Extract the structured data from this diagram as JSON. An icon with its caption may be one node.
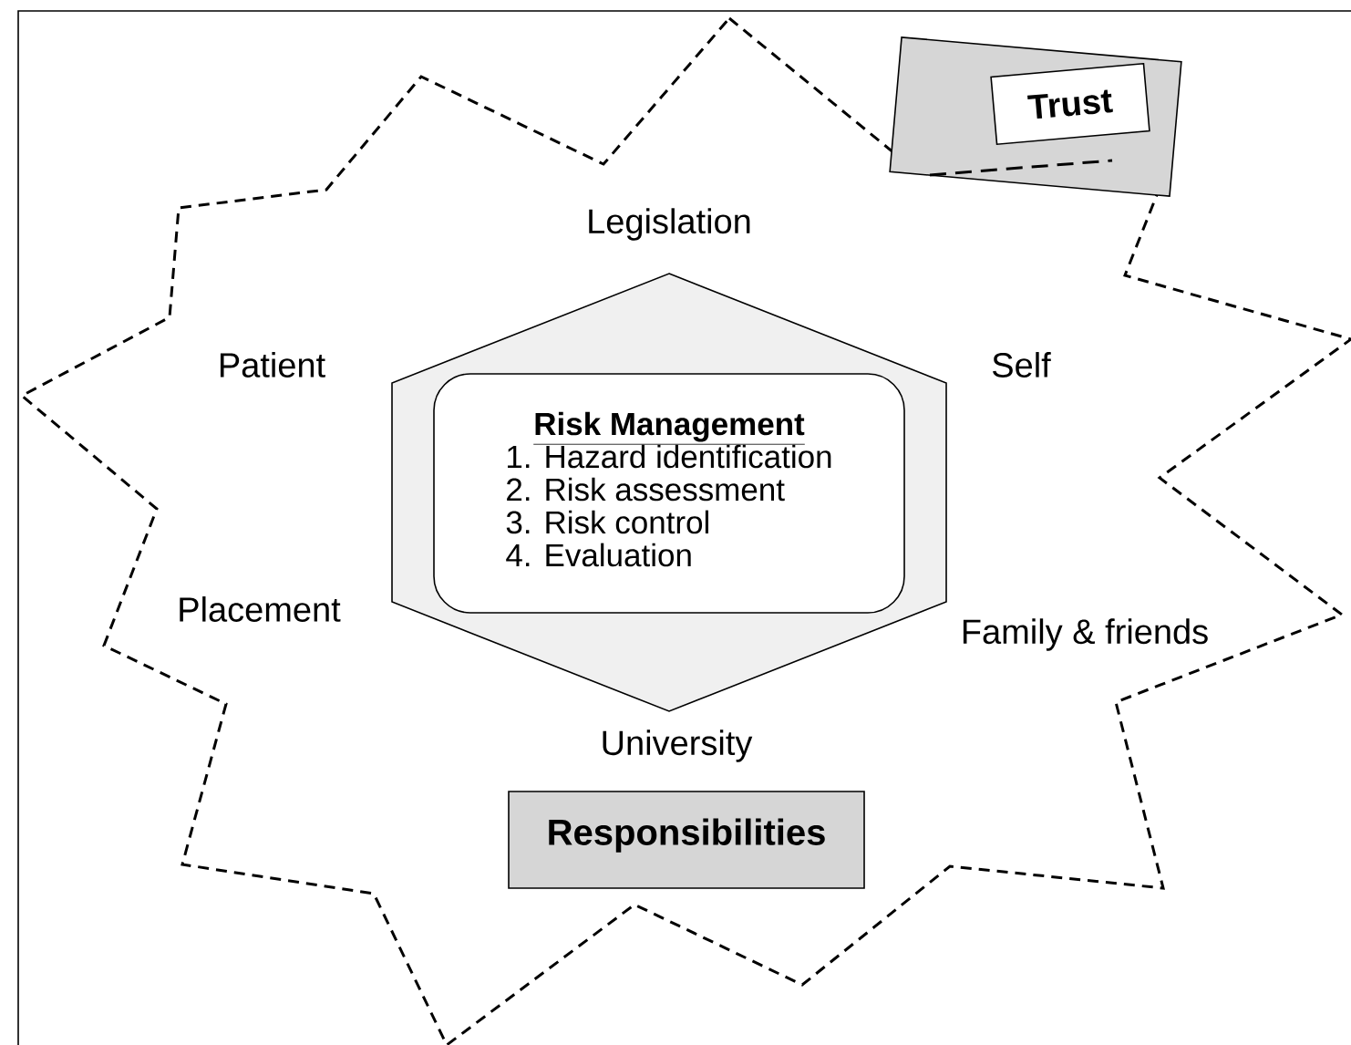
{
  "diagram": {
    "nodes": [
      {
        "text": [
          "Trust"
        ]
      },
      {
        "text": [],
        "shape": "hexagon"
      },
      {
        "text": [
          "Risk Management",
          "1. Hazard identification",
          "2. Risk assessment",
          "3. Risk control",
          "4. Evaluation"
        ],
        "in": 1
      },
      {
        "text": [
          "Responsibilities"
        ]
      }
    ],
    "labels": [
      "Legislation",
      "Patient",
      "Self",
      "Placement",
      "Family & friends",
      "University"
    ]
  }
}
